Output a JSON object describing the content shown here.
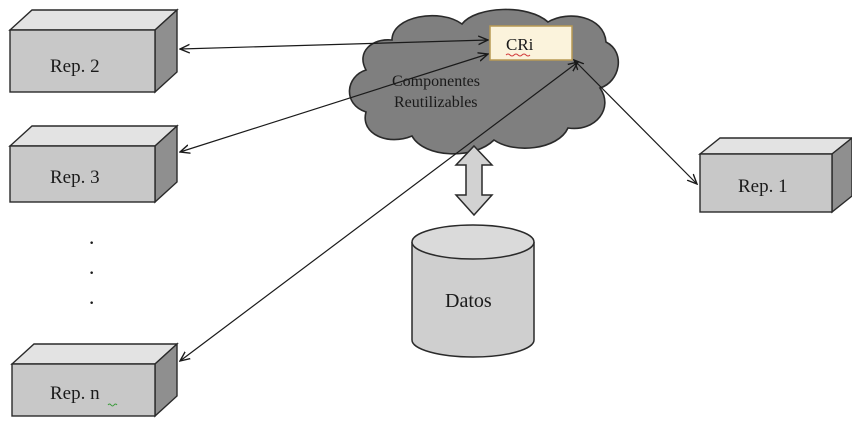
{
  "diagram": {
    "repositories": {
      "rep2": "Rep. 2",
      "rep3": "Rep. 3",
      "rep1": "Rep. 1",
      "repn": "Rep. n",
      "ellipsis": [
        "·",
        "·",
        "·"
      ]
    },
    "cloud": {
      "label_line1": "Componentes",
      "label_line2": "Reutilizables",
      "cri_label": "CRi"
    },
    "database": {
      "label": "Datos"
    },
    "colors": {
      "box_fill": "#c8c8c8",
      "box_top": "#e3e3e3",
      "box_side": "#8f8f8f",
      "cloud_fill": "#7f7f7f",
      "cri_fill": "#fbf3dc",
      "cri_border": "#b89a55",
      "db_fill": "#cfcfcf",
      "arrow": "#1a1a1a"
    }
  }
}
